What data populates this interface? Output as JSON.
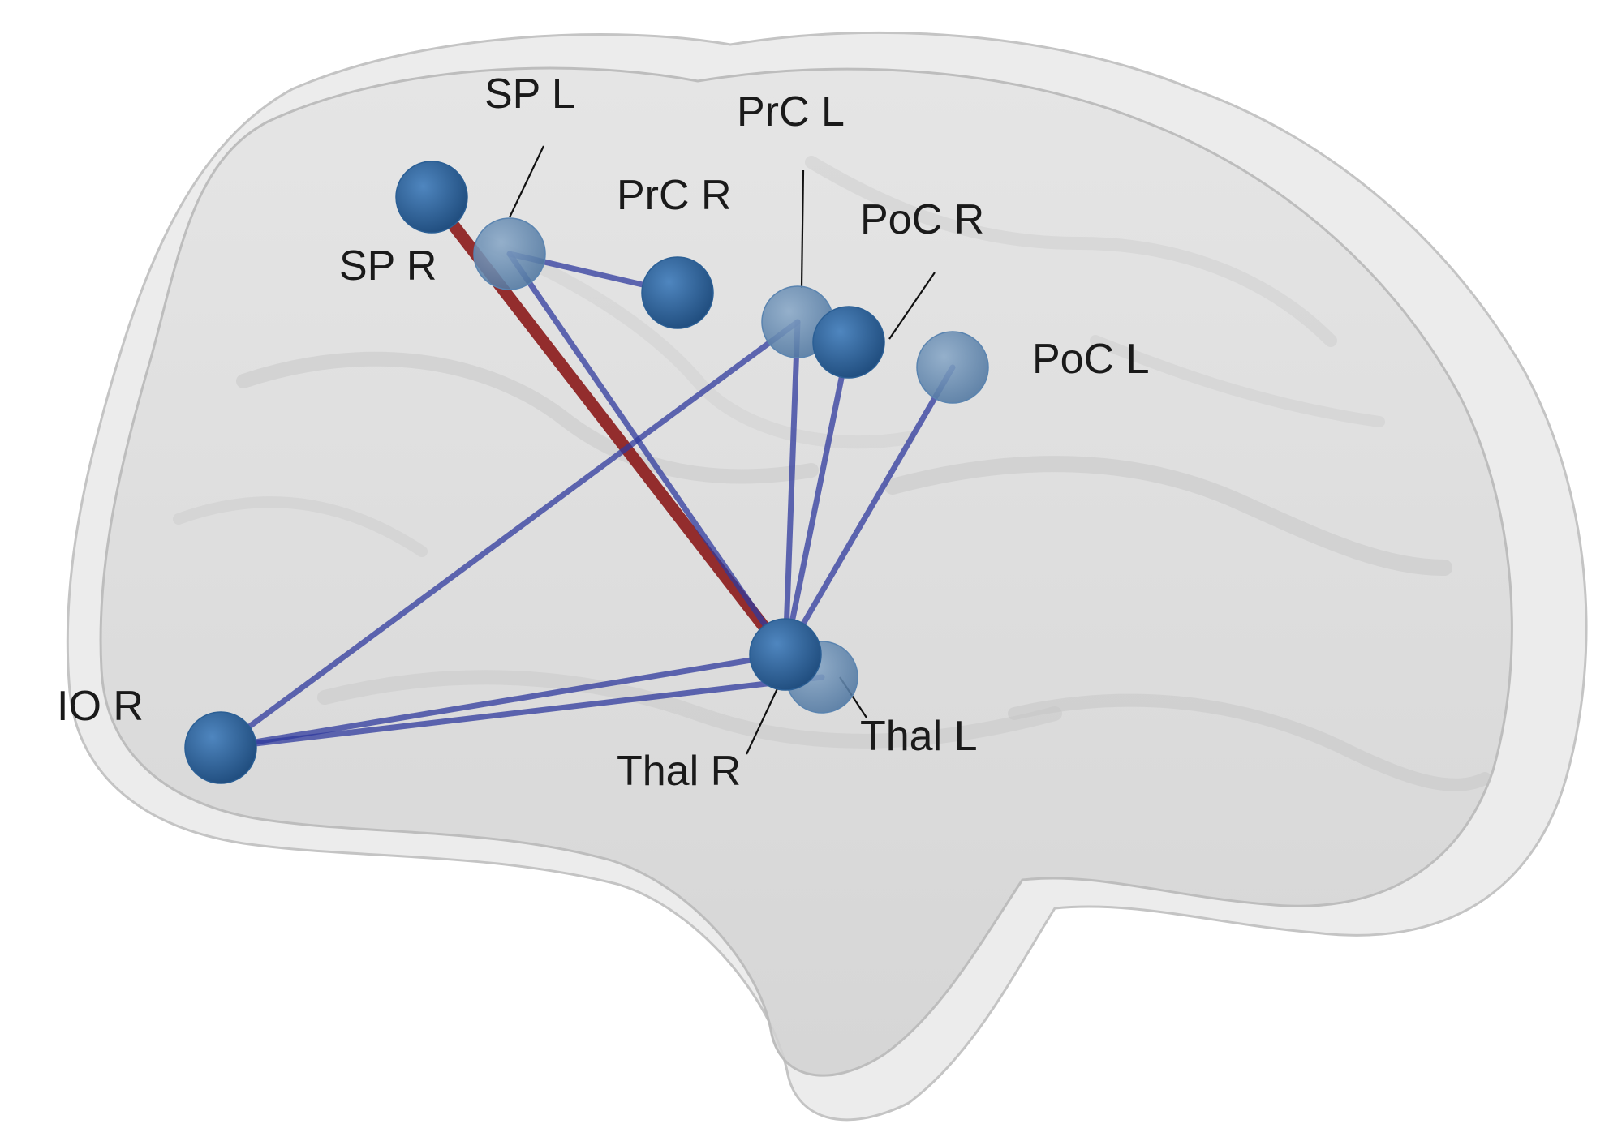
{
  "diagram": {
    "background": "#ffffff",
    "brain_fill": "#d9d9d9",
    "node_colors": {
      "front": "#2b5f95",
      "back": "#5a84b0"
    },
    "edge_colors": {
      "negative": "#2f3a9e",
      "positive": "#8b1a1a"
    },
    "nodes": [
      {
        "id": "SP_R",
        "label": "SP R",
        "depth": "front"
      },
      {
        "id": "SP_L",
        "label": "SP L",
        "depth": "back"
      },
      {
        "id": "PrC_R",
        "label": "PrC R",
        "depth": "front"
      },
      {
        "id": "PrC_L",
        "label": "PrC L",
        "depth": "back"
      },
      {
        "id": "PoC_R",
        "label": "PoC R",
        "depth": "front"
      },
      {
        "id": "PoC_L",
        "label": "PoC L",
        "depth": "back"
      },
      {
        "id": "Thal_R",
        "label": "Thal R",
        "depth": "front"
      },
      {
        "id": "Thal_L",
        "label": "Thal L",
        "depth": "back"
      },
      {
        "id": "IO_R",
        "label": "IO R",
        "depth": "front"
      }
    ],
    "edges": [
      {
        "from": "SP_R",
        "to": "Thal_R",
        "sign": "positive"
      },
      {
        "from": "SP_L",
        "to": "PrC_R",
        "sign": "negative"
      },
      {
        "from": "SP_L",
        "to": "Thal_R",
        "sign": "negative"
      },
      {
        "from": "PrC_L",
        "to": "IO_R",
        "sign": "negative"
      },
      {
        "from": "PrC_L",
        "to": "Thal_R",
        "sign": "negative"
      },
      {
        "from": "PoC_R",
        "to": "Thal_R",
        "sign": "negative"
      },
      {
        "from": "PoC_L",
        "to": "Thal_R",
        "sign": "negative"
      },
      {
        "from": "IO_R",
        "to": "Thal_R",
        "sign": "negative"
      },
      {
        "from": "IO_R",
        "to": "Thal_L",
        "sign": "negative"
      }
    ]
  }
}
